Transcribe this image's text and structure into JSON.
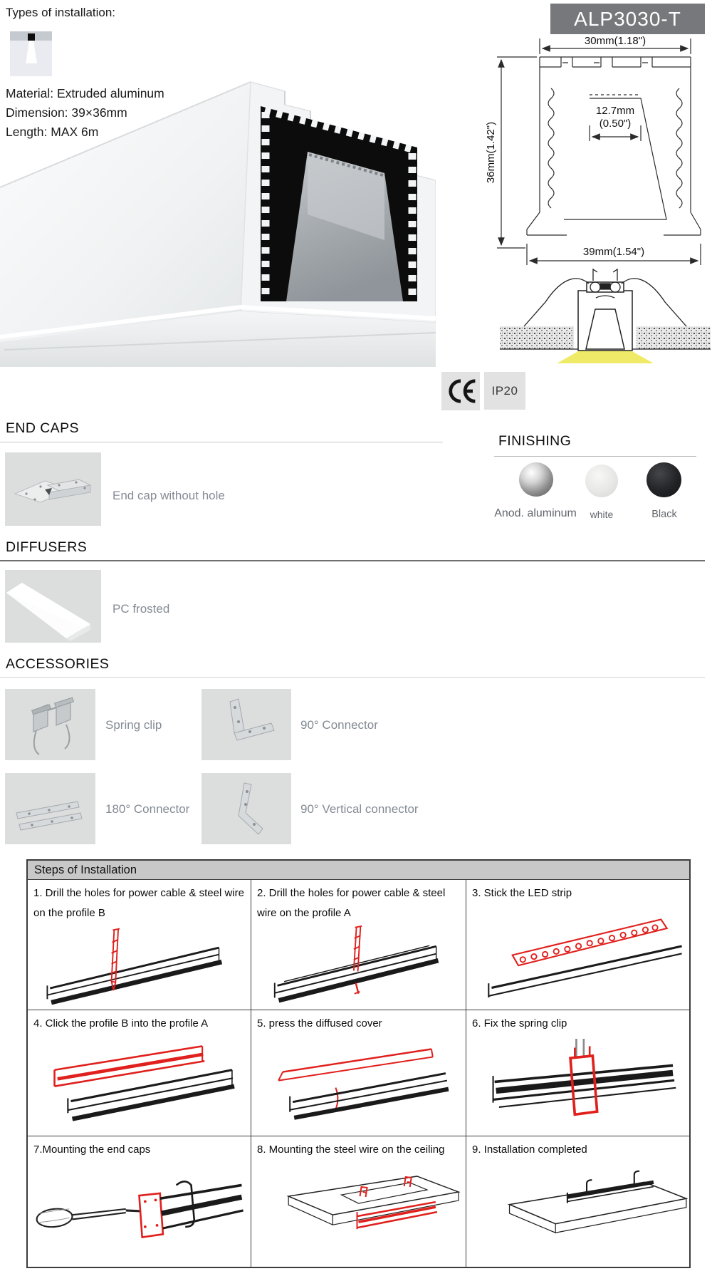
{
  "header": {
    "types_label": "Types of installation:",
    "product_code": "ALP3030-T",
    "spec_material": "Material: Extruded aluminum",
    "spec_dimension": "Dimension: 39×36mm",
    "spec_length": "Length: MAX 6m"
  },
  "drawing": {
    "dim_width_top": "30mm(1.18\")",
    "dim_height": "36mm(1.42\")",
    "dim_inner_mm": "12.7mm",
    "dim_inner_in": "(0.50\")",
    "dim_width_bottom": "39mm(1.54\")"
  },
  "badges": {
    "ce_label": "CE",
    "ip_label": "IP20"
  },
  "end_caps": {
    "title": "END CAPS",
    "item_label": "End cap without hole"
  },
  "finishing": {
    "title": "FINISHING",
    "options": [
      {
        "label": "Anod. aluminum",
        "color": "#9c9c9c"
      },
      {
        "label": "white",
        "color": "#e8e8e7"
      },
      {
        "label": "Black",
        "color": "#1e1f21"
      }
    ]
  },
  "diffusers": {
    "title": "DIFFUSERS",
    "item_label": "PC frosted"
  },
  "accessories": {
    "title": "ACCESSORIES",
    "items": [
      {
        "label": "Spring clip"
      },
      {
        "label": "90° Connector"
      },
      {
        "label": "180° Connector"
      },
      {
        "label": "90° Vertical connector"
      }
    ]
  },
  "steps": {
    "title": "Steps of Installation",
    "items": [
      {
        "caption": "1.  Drill the holes for power cable & steel wire on the profile B"
      },
      {
        "caption": "2.  Drill the holes for power cable & steel wire on the profile A"
      },
      {
        "caption": "3.  Stick the LED strip"
      },
      {
        "caption": "4.  Click the profile B into the profile A"
      },
      {
        "caption": "5.  press the diffused cover"
      },
      {
        "caption": "6. Fix the spring clip"
      },
      {
        "caption": "7.Mounting the end caps"
      },
      {
        "caption": "8.  Mounting the steel wire on the ceiling"
      },
      {
        "caption": "9.  Installation completed"
      }
    ]
  }
}
